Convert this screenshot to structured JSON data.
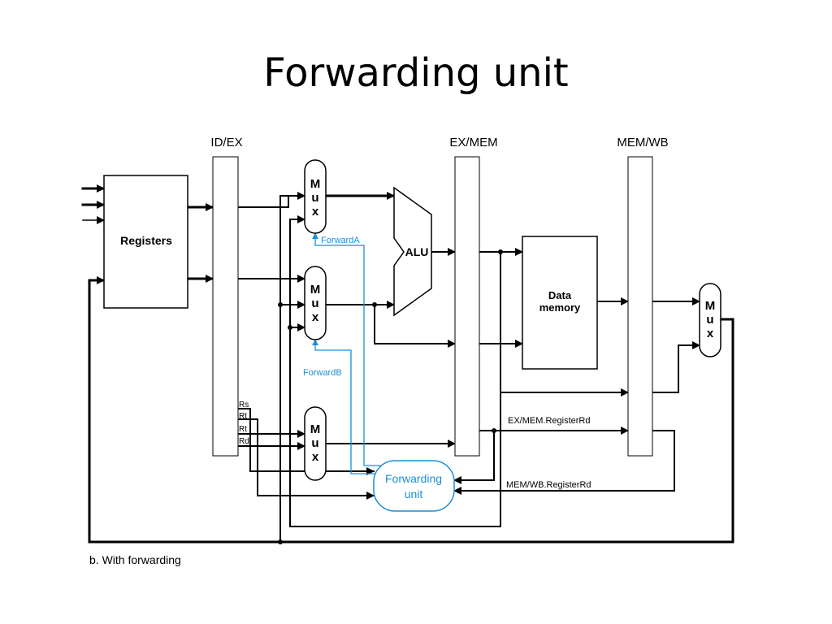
{
  "slide": {
    "title": "Forwarding unit"
  },
  "diagram": {
    "pipeline_registers": [
      "ID/EX",
      "EX/MEM",
      "MEM/WB"
    ],
    "blocks": {
      "registers": "Registers",
      "alu": "ALU",
      "data_memory_line1": "Data",
      "data_memory_line2": "memory",
      "forwarding_unit_line1": "Forwarding",
      "forwarding_unit_line2": "unit"
    },
    "mux_letters": [
      "M",
      "u",
      "x"
    ],
    "control_signals": {
      "forward_a": "ForwardA",
      "forward_b": "ForwardB"
    },
    "register_fields": [
      "Rs",
      "Rt",
      "Rt",
      "Rd"
    ],
    "bus_labels": {
      "ex_mem_rd": "EX/MEM.RegisterRd",
      "mem_wb_rd": "MEM/WB.RegisterRd"
    },
    "caption": "b. With forwarding",
    "colors": {
      "control": "#1a8fd6",
      "wire": "#000000",
      "background": "#ffffff"
    }
  }
}
